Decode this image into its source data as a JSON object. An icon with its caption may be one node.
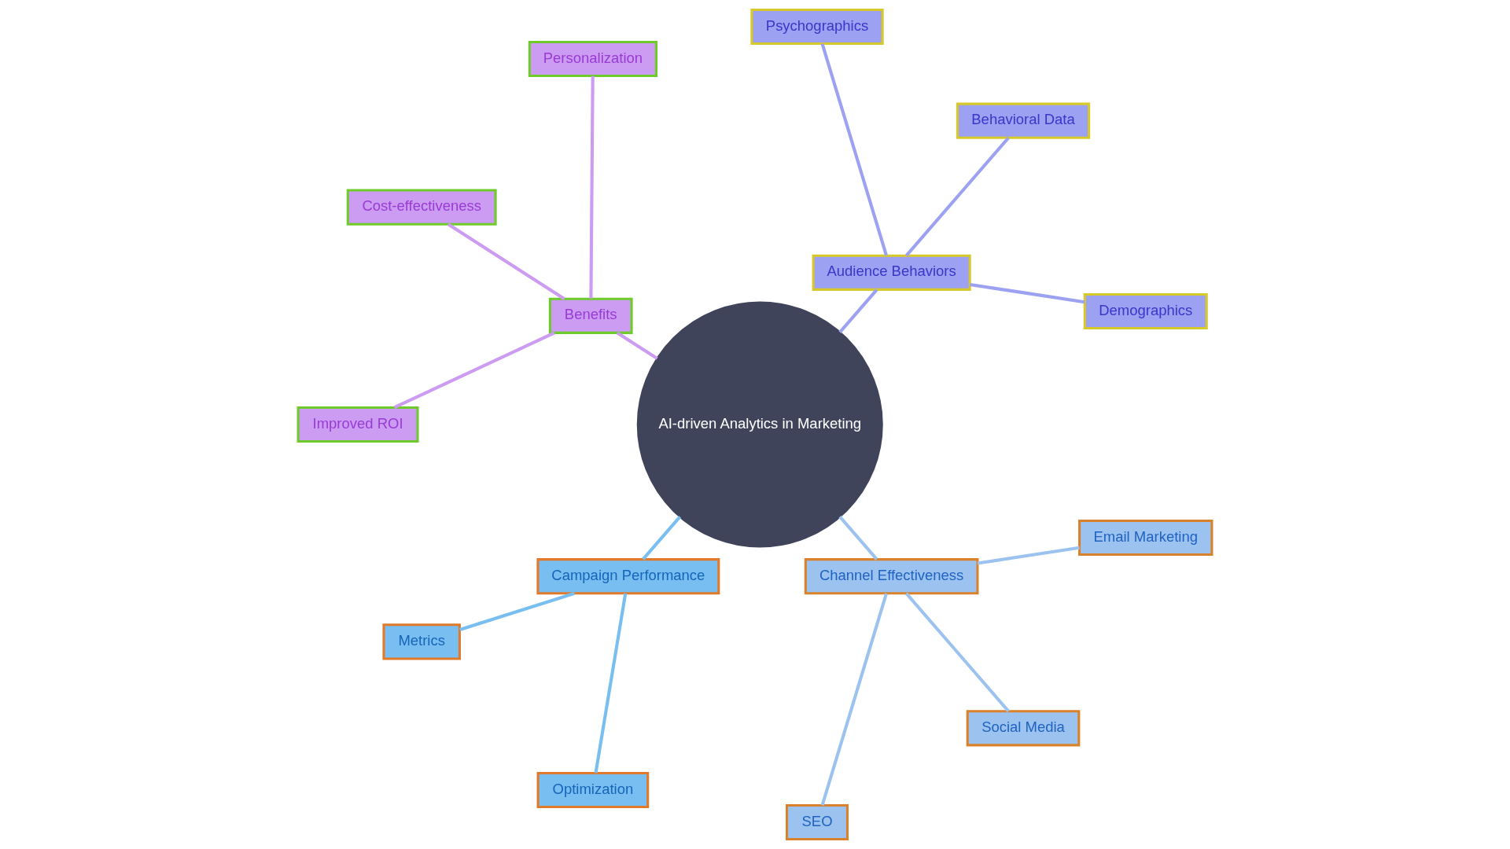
{
  "diagram": {
    "nodes": [
      {
        "text": [
          "AI-driven Analytics in Marketing"
        ]
      },
      {
        "text": [
          "Audience Behaviors"
        ]
      },
      {
        "text": [
          "Demographics"
        ]
      },
      {
        "text": [
          "Behavioral Data"
        ]
      },
      {
        "text": [
          "Psychographics"
        ]
      },
      {
        "text": [
          "Benefits"
        ]
      },
      {
        "text": [
          "Personalization"
        ]
      },
      {
        "text": [
          "Cost-effectiveness"
        ]
      },
      {
        "text": [
          "Improved ROI"
        ]
      },
      {
        "text": [
          "Campaign Performance"
        ]
      },
      {
        "text": [
          "Metrics"
        ]
      },
      {
        "text": [
          "Optimization"
        ]
      },
      {
        "text": [
          "Channel Effectiveness"
        ]
      },
      {
        "text": [
          "SEO"
        ]
      },
      {
        "text": [
          "Social Media"
        ]
      },
      {
        "text": [
          "Email Marketing"
        ]
      }
    ],
    "edges": [
      {
        "from": 0,
        "to": 1,
        "arrow": "none",
        "color": "#9ca1f1"
      },
      {
        "from": 1,
        "to": 2,
        "arrow": "none",
        "color": "#9ca1f1"
      },
      {
        "from": 1,
        "to": 3,
        "arrow": "none",
        "color": "#9ca1f1"
      },
      {
        "from": 1,
        "to": 4,
        "arrow": "none",
        "color": "#9ca1f1"
      },
      {
        "from": 0,
        "to": 5,
        "arrow": "none",
        "color": "#cb9cf1"
      },
      {
        "from": 5,
        "to": 6,
        "arrow": "none",
        "color": "#cb9cf1"
      },
      {
        "from": 5,
        "to": 7,
        "arrow": "none",
        "color": "#cb9cf1"
      },
      {
        "from": 5,
        "to": 8,
        "arrow": "none",
        "color": "#cb9cf1"
      },
      {
        "from": 0,
        "to": 9,
        "arrow": "none",
        "color": "#79bef1"
      },
      {
        "from": 9,
        "to": 10,
        "arrow": "none",
        "color": "#79bef1"
      },
      {
        "from": 9,
        "to": 11,
        "arrow": "none",
        "color": "#79bef1"
      },
      {
        "from": 0,
        "to": 12,
        "arrow": "none",
        "color": "#9cc3f0"
      },
      {
        "from": 12,
        "to": 13,
        "arrow": "none",
        "color": "#9cc3f0"
      },
      {
        "from": 12,
        "to": 14,
        "arrow": "none",
        "color": "#9cc3f0"
      },
      {
        "from": 12,
        "to": 15,
        "arrow": "none",
        "color": "#9cc3f0"
      }
    ]
  }
}
